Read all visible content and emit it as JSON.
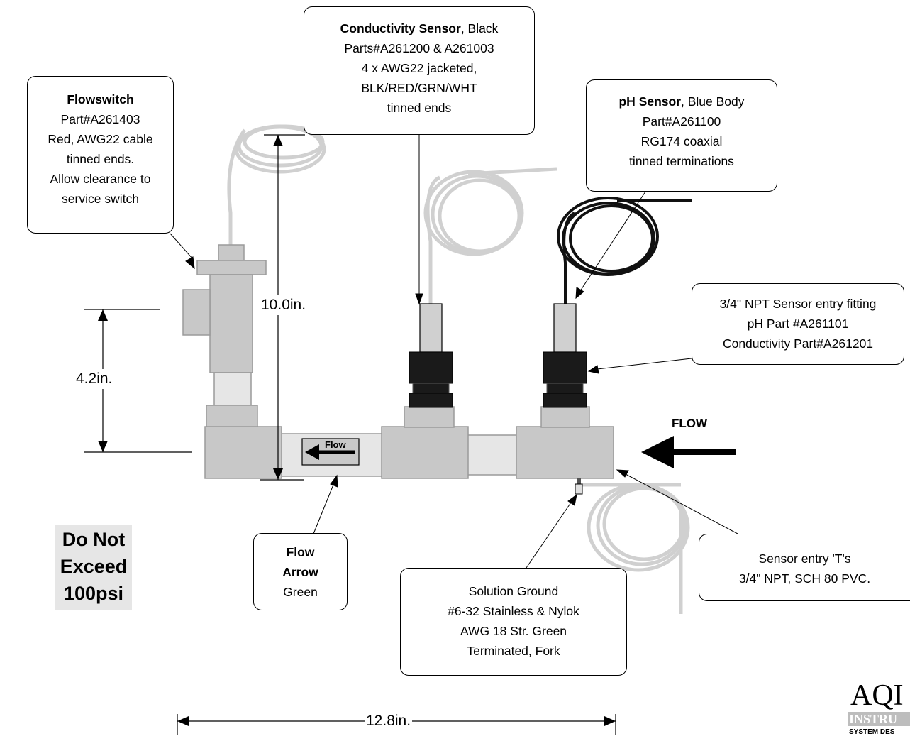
{
  "callouts": {
    "flowswitch": {
      "title": "Flowswitch",
      "line1": "Part#A261403",
      "line2": "Red, AWG22 cable",
      "line3": "tinned ends.",
      "line4": "Allow clearance  to",
      "line5": "service switch"
    },
    "conductivity": {
      "title": "Conductivity Sensor",
      "title_suffix": ", Black",
      "line1": "Parts#A261200 & A261003",
      "line2": "4 x AWG22 jacketed,",
      "line3": "BLK/RED/GRN/WHT",
      "line4": "tinned ends"
    },
    "ph": {
      "title": "pH Sensor",
      "title_suffix": ", Blue Body",
      "line1": "Part#A261100",
      "line2": "RG174 coaxial",
      "line3": "tinned terminations"
    },
    "fitting": {
      "line1": "3/4\" NPT Sensor entry fitting",
      "line2": "pH  Part #A261101",
      "line3": "Conductivity Part#A261201"
    },
    "flow_arrow": {
      "line1": "Flow",
      "line2": "Arrow",
      "line3": "Green"
    },
    "ground": {
      "line1": "Solution Ground",
      "line2": "#6-32 Stainless & Nylok",
      "line3": "AWG 18 Str. Green",
      "line4": "Terminated, Fork"
    },
    "tees": {
      "line1": "Sensor entry 'T's",
      "line2": "3/4\" NPT, SCH 80 PVC."
    }
  },
  "dimensions": {
    "height_total": "10.0in.",
    "height_pipe": "4.2in.",
    "width": "12.8in."
  },
  "labels": {
    "flow": "FLOW",
    "pipe_arrow": "Flow"
  },
  "warning": {
    "line1": "Do Not",
    "line2": "Exceed",
    "line3": "100psi"
  },
  "logo": {
    "line1": "AQI",
    "line2": "INSTRU",
    "line3": "SYSTEM DES"
  },
  "colors": {
    "pvc": "#c8c8c8",
    "pvc_dark": "#9a9a9a",
    "clear_pipe": "#e6e6e6",
    "cable": "#d0d0d0",
    "fitting": "#1a1a1a"
  }
}
